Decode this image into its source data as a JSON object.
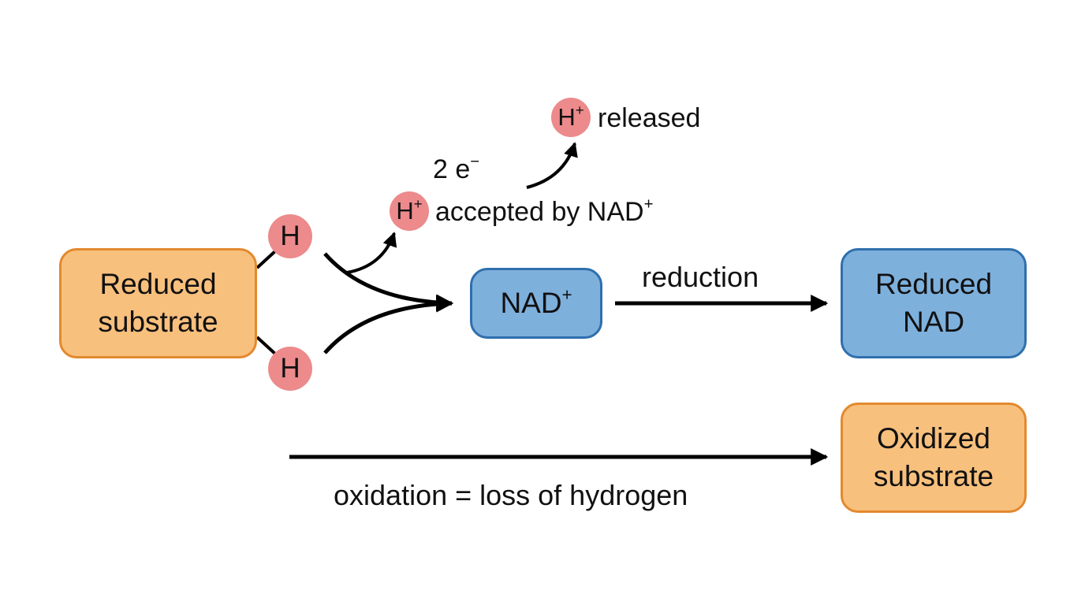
{
  "substrate_box": {
    "line1": "Reduced",
    "line2": "substrate"
  },
  "hydrogen_top": "H",
  "hydrogen_bottom": "H",
  "nad_box": {
    "text": "NAD",
    "sup": "+"
  },
  "reduced_nad_box": {
    "line1": "Reduced",
    "line2": "NAD"
  },
  "oxidized_box": {
    "line1": "Oxidized",
    "line2": "substrate"
  },
  "proton_accepted": {
    "circle": "H",
    "circle_sup": "+",
    "text": "accepted by NAD",
    "text_sup": "+"
  },
  "proton_released": {
    "circle": "H",
    "circle_sup": "+",
    "text": "released"
  },
  "electrons": {
    "text": "2 e",
    "sup": "−"
  },
  "reduction_label": "reduction",
  "oxidation_label": "oxidation = loss of hydrogen",
  "colors": {
    "substrate_fill": "#f8c07d",
    "substrate_border": "#e3892e",
    "nad_fill": "#7eb0dc",
    "nad_border": "#2f6fad",
    "hydrogen": "#ec8a8c",
    "arrow": "#000000"
  }
}
